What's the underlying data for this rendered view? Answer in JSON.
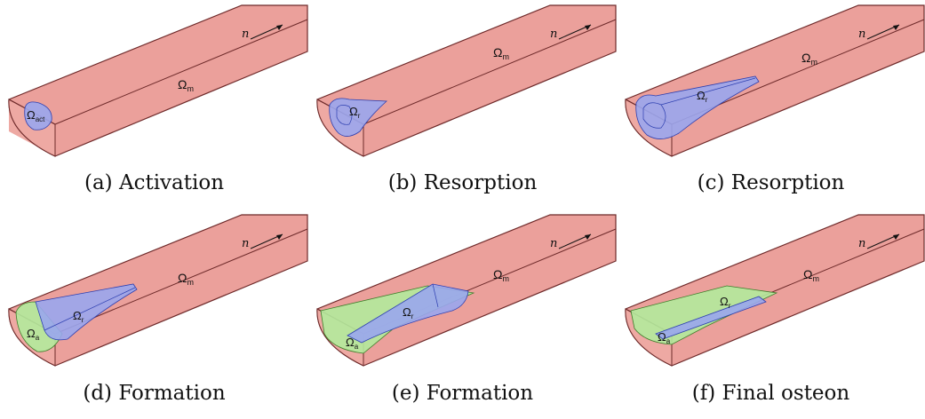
{
  "colors": {
    "matrix_fill": "#eba09b",
    "matrix_top": "#eea9a3",
    "matrix_edge": "#6e2a2a",
    "resorption_fill": "#9aa6ee",
    "resorption_edge": "#2d3fb0",
    "formation_fill": "#b2ea9c",
    "formation_edge": "#3d7d2a"
  },
  "symbols": {
    "omega": "Ω",
    "sub_m": "m",
    "sub_act": "act",
    "sub_r": "r",
    "sub_a": "a",
    "direction": "n"
  },
  "panels": [
    {
      "caption": "(a)  Activation"
    },
    {
      "caption": "(b)  Resorption"
    },
    {
      "caption": "(c)  Resorption"
    },
    {
      "caption": "(d)  Formation"
    },
    {
      "caption": "(e)  Formation"
    },
    {
      "caption": "(f)  Final osteon"
    }
  ]
}
